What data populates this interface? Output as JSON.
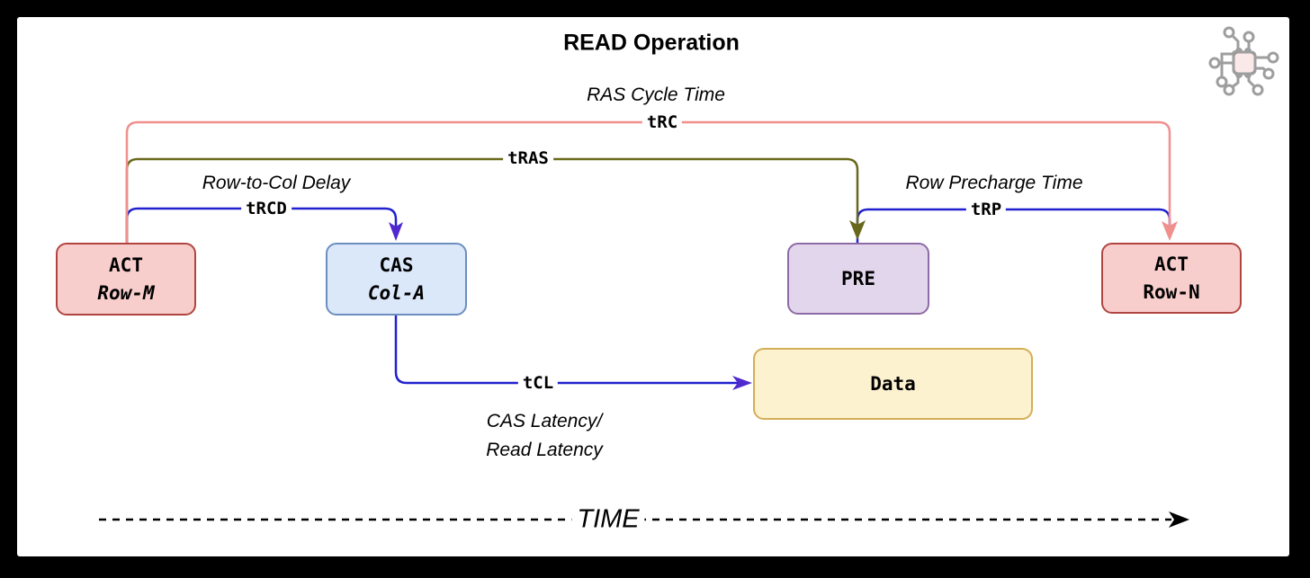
{
  "title": "READ Operation",
  "annotations": {
    "ras_cycle": {
      "label": "RAS Cycle Time",
      "abbr": "tRC"
    },
    "tras": {
      "abbr": "tRAS"
    },
    "row_to_col": {
      "label": "Row-to-Col Delay",
      "abbr": "tRCD"
    },
    "row_precharge": {
      "label": "Row Precharge Time",
      "abbr": "tRP"
    },
    "cas_latency": {
      "abbr": "tCL",
      "caption_line1": "CAS Latency/",
      "caption_line2": "Read Latency"
    }
  },
  "nodes": {
    "act_row_m": {
      "line1": "ACT",
      "line2": "Row-M"
    },
    "cas_col_a": {
      "line1": "CAS",
      "line2": "Col-A"
    },
    "pre": {
      "line1": "PRE"
    },
    "act_row_n": {
      "line1": "ACT",
      "line2": "Row-N"
    },
    "data": {
      "line1": "Data"
    }
  },
  "time_axis": {
    "label": "TIME"
  },
  "colors": {
    "trc_line": "#f0908d",
    "tras_line": "#68681c",
    "blue_line": "#2121cf",
    "blue_arrow": "#4f28d0",
    "act_fill": "#f8cecc",
    "act_border": "#b04540",
    "cas_fill": "#dbe8fa",
    "cas_border": "#6c8ebf",
    "pre_fill": "#e2d6ec",
    "pre_border": "#8e6aa6",
    "data_fill": "#fdf2d0",
    "data_border": "#d4ae56",
    "axis": "#000000",
    "logo_gray": "#9e9e9e",
    "logo_chip_fill": "#fbe9e9"
  }
}
